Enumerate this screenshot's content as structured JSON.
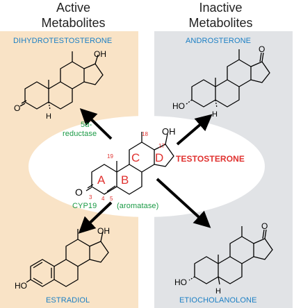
{
  "headers": {
    "active_line1": "Active",
    "active_line2": "Metabolites",
    "inactive_line1": "Inactive",
    "inactive_line2": "Metabolites"
  },
  "compounds": {
    "dht": "DIHYDROTESTOSTERONE",
    "androsterone": "ANDROSTERONE",
    "testosterone": "TESTOSTERONE",
    "estradiol": "ESTRADIOL",
    "etiocholanolone": "ETIOCHOLANOLONE"
  },
  "enzymes": {
    "reductase_line1": "5α-",
    "reductase_line2": "reductase",
    "cyp19": "CYP19",
    "aromatase": "(aromatase)"
  },
  "ring_letters": {
    "a": "A",
    "b": "B",
    "c": "C",
    "d": "D"
  },
  "carbon_numbers": {
    "c3": "3",
    "c4": "4",
    "c5": "5",
    "c17": "17",
    "c18": "18",
    "c19": "19"
  },
  "atoms": {
    "oh": "OH",
    "o": "O",
    "h": "H",
    "ho": "HO"
  },
  "colors": {
    "active_bg": "#f9e3c6",
    "inactive_bg": "#e1e3e6",
    "compound_label": "#1b7fc4",
    "testosterone_label": "#e0312f",
    "enzyme_label": "#1a9a45",
    "ring_letters": "#e0312f",
    "arrow": "#000000"
  }
}
